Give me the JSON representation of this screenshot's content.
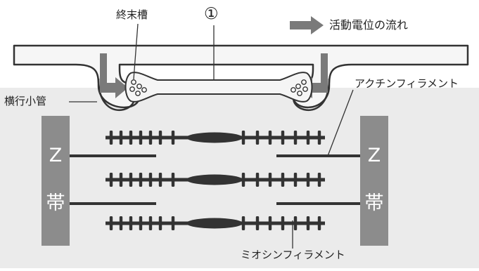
{
  "labels": {
    "terminal_cisterna": "終末槽",
    "marker": "①",
    "flow": "活動電位の流れ",
    "t_tubule": "横行小管",
    "actin": "アクチンフィラメント",
    "myosin": "ミオシンフィラメント",
    "z_left_top": "Z",
    "z_left_bottom": "帯",
    "z_right_top": "Z",
    "z_right_bottom": "帯"
  },
  "colors": {
    "membrane_fill": "#f2f2f2",
    "outline": "#333333",
    "cell_interior": "#ebebeb",
    "z_band": "#8c8c8c",
    "filament": "#333333",
    "arrow": "#7a7a7a"
  }
}
